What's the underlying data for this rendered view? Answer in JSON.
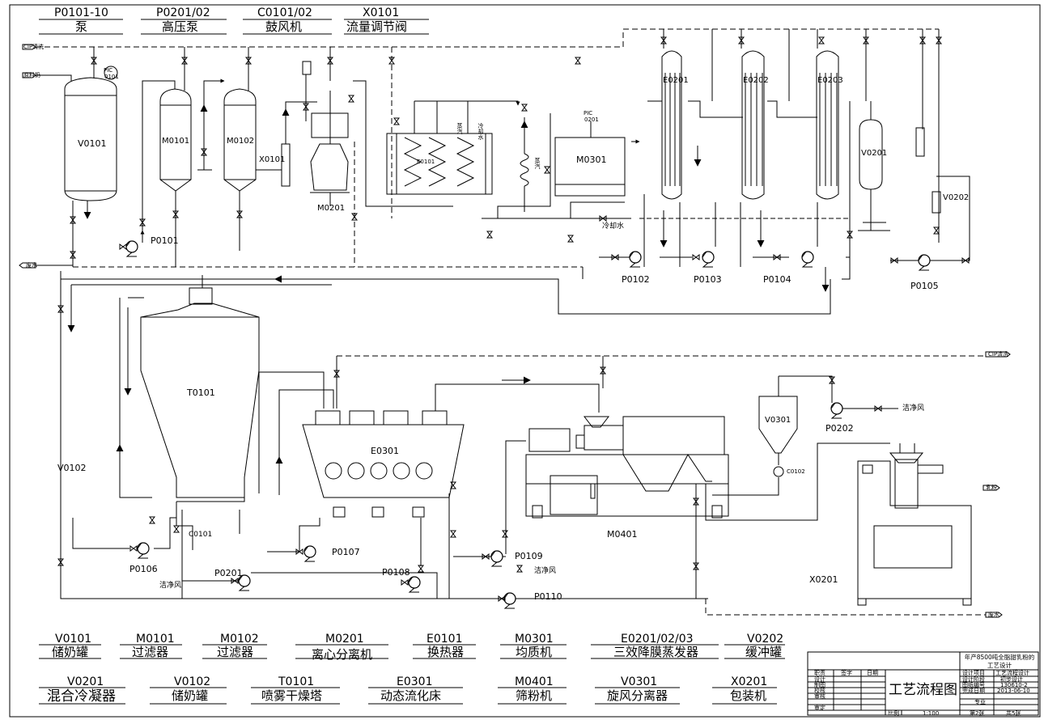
{
  "top_legend": [
    {
      "code": "P0101-10",
      "name": "泵"
    },
    {
      "code": "P0201/02",
      "name": "高压泵"
    },
    {
      "code": "C0101/02",
      "name": "鼓风机"
    },
    {
      "code": "X0101",
      "name": "流量调节阀"
    }
  ],
  "bottom_legend_row1": [
    {
      "code": "V0101",
      "name": "储奶罐"
    },
    {
      "code": "M0101",
      "name": "过滤器"
    },
    {
      "code": "M0102",
      "name": "过滤器"
    },
    {
      "code": "M0201",
      "name": "离心分离机"
    },
    {
      "code": "E0101",
      "name": "换热器"
    },
    {
      "code": "M0301",
      "name": "均质机"
    },
    {
      "code": "E0201/02/03",
      "name": "三效降膜蒸发器"
    },
    {
      "code": "V0202",
      "name": "缓冲罐"
    }
  ],
  "bottom_legend_row2": [
    {
      "code": "V0201",
      "name": "混合冷凝器"
    },
    {
      "code": "V0102",
      "name": "储奶罐"
    },
    {
      "code": "T0101",
      "name": "喷雾干燥塔"
    },
    {
      "code": "E0301",
      "name": "动态流化床"
    },
    {
      "code": "M0401",
      "name": "筛粉机"
    },
    {
      "code": "V0301",
      "name": "旋风分离器"
    },
    {
      "code": "X0201",
      "name": "包装机"
    }
  ],
  "equipment_tags": {
    "V0101": "V0101",
    "M0101": "M0101",
    "M0102": "M0102",
    "X0101": "X0101",
    "M0201": "M0201",
    "E0101": "E0101",
    "M0301": "M0301",
    "E0201": "E0201",
    "E0202": "E0202",
    "E0203": "E0203",
    "V0201": "V0201",
    "V0202": "V0202",
    "P0101": "P0101",
    "P0102": "P0102",
    "P0103": "P0103",
    "P0104": "P0104",
    "P0105": "P0105",
    "T0101": "T0101",
    "E0301": "E0301",
    "V0102": "V0102",
    "V0301": "V0301",
    "P0202": "P0202",
    "C0102": "C0102",
    "M0401": "M0401",
    "X0201": "X0201",
    "P0106": "P0106",
    "P0107": "P0107",
    "P0201": "P0201",
    "P0108": "P0108",
    "P0109": "P0109",
    "P0110": "P0110",
    "C0101": "C0101",
    "PIC0101": "PIC",
    "PIC0201": "PIC"
  },
  "stream_labels": {
    "cip_top": "CIP清洗",
    "raw_milk": "原料奶",
    "waste_water_left": "废水",
    "cip_mid": "CIP清洗",
    "waste_water_right": "废水",
    "cooling_water": "冷却水",
    "clean_air_p0202": "洁净风",
    "clean_air_p0109": "洁净风",
    "clean_air_p0201": "洁净风",
    "milk_powder": "乳粉",
    "steam": "蒸汽",
    "steam_e0101_a": "蒸汽",
    "steam_e0101_b": "冷却水",
    "steam_coil": "蒸汽",
    "pic_tag_1": "0101",
    "pic_tag_2": "0201"
  },
  "title_block": {
    "project": "年产8500吨全脂甜乳粉的工艺设计",
    "drawing_title": "工艺流程图",
    "header_cols": [
      "职责",
      "签字",
      "日期"
    ],
    "roles": [
      "设计",
      "制图",
      "校核",
      "审核",
      "审定"
    ],
    "info_rows": [
      {
        "label": "设计项目",
        "value": "工艺流程设计"
      },
      {
        "label": "设计阶段",
        "value": "初步设计"
      },
      {
        "label": "图纸编号",
        "value": "130610-2"
      },
      {
        "label": "完成日期",
        "value": "2013-06-10"
      },
      {
        "label": "专业",
        "value": ""
      }
    ],
    "scale_label": "比例",
    "scale_value": "1:100",
    "sheet": "第2张",
    "total": "共5张"
  }
}
